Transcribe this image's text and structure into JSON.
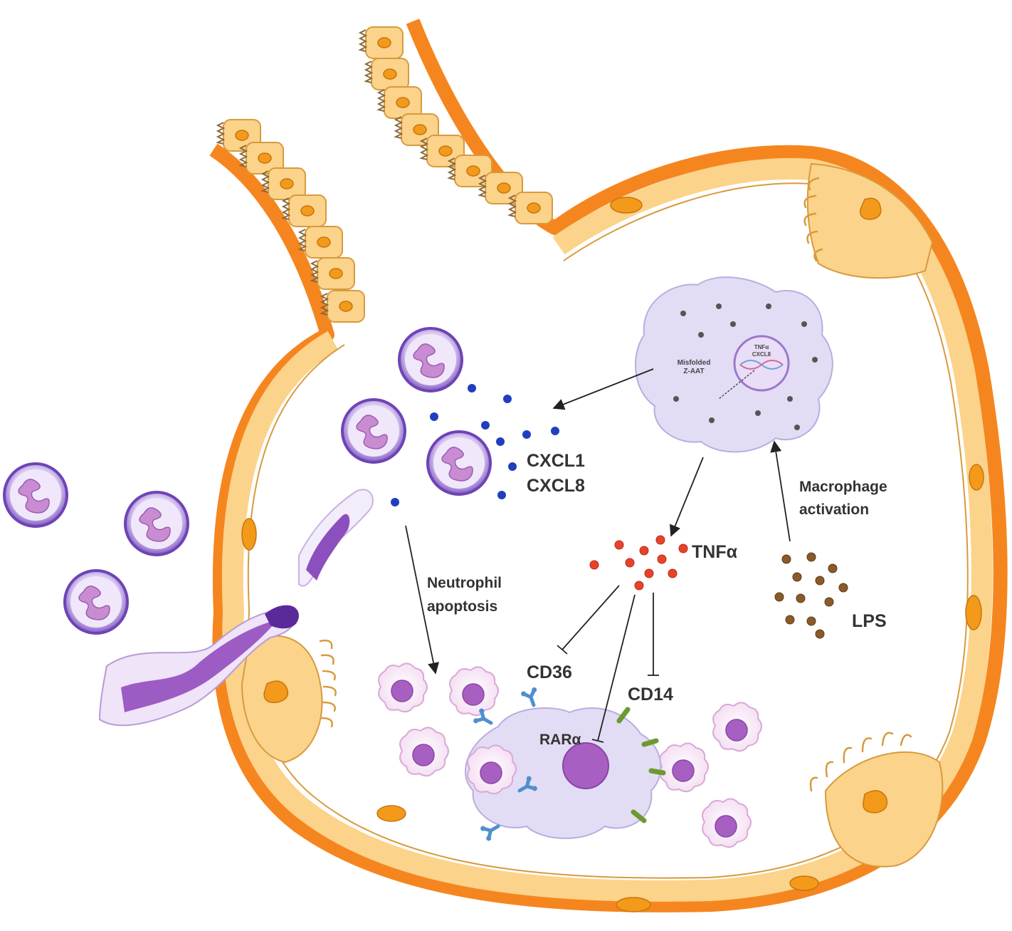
{
  "labels": {
    "cxcl1": "CXCL1",
    "cxcl8": "CXCL8",
    "macrophage_activation_line1": "Macrophage",
    "macrophage_activation_line2": "activation",
    "tnfa": "TNFα",
    "lps": "LPS",
    "neutrophil_apoptosis_line1": "Neutrophil",
    "neutrophil_apoptosis_line2": "apoptosis",
    "cd36": "CD36",
    "cd14": "CD14",
    "rara": "RARα",
    "misfolded_line1": "Misfolded",
    "misfolded_line2": "Z-AAT",
    "nucleus_tnfa": "TNFα",
    "nucleus_cxcl8": "CXCL8"
  },
  "colors": {
    "basement_membrane": "#F5861F",
    "epithelium_fill": "#FBD38A",
    "epithelium_nucleus": "#F39A1B",
    "neutrophil_ring": "#7E55C0",
    "neutrophil_fill": "#EFE6FA",
    "neutrophil_nucleus": "#C98BD2",
    "macrophage_fill": "#E2DCF5",
    "apoptotic_cell_fill": "#FCEFF9",
    "apoptotic_cell_nucleus": "#A85FC2",
    "chemokine_dot": "#1F3FBF",
    "tnfa_dot": "#E8432A",
    "lps_dot": "#8A5A2B",
    "cd36_receptor": "#4F8FD0",
    "cd14_receptor": "#6C9A2E"
  }
}
